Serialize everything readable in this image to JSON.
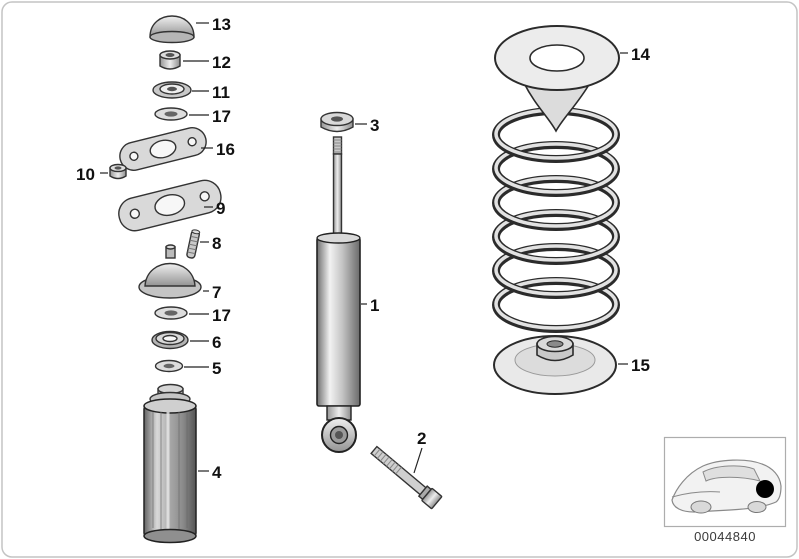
{
  "figure": {
    "drawing_number": "00044840",
    "callouts": [
      {
        "label": "13",
        "part": "dome-cap"
      },
      {
        "label": "12",
        "part": "self-locking-nut"
      },
      {
        "label": "11",
        "part": "bearing-washer"
      },
      {
        "label": "17",
        "part": "washer"
      },
      {
        "label": "16",
        "part": "upper-bracket-plate"
      },
      {
        "label": "10",
        "part": "nut"
      },
      {
        "label": "9",
        "part": "lower-bracket-plate"
      },
      {
        "label": "8",
        "part": "stud"
      },
      {
        "label": "7",
        "part": "support-bearing-mount"
      },
      {
        "label": "17",
        "part": "washer"
      },
      {
        "label": "6",
        "part": "rubber-ring"
      },
      {
        "label": "5",
        "part": "washer"
      },
      {
        "label": "4",
        "part": "protection-tube"
      },
      {
        "label": "3",
        "part": "rod-nut"
      },
      {
        "label": "1",
        "part": "rear-shock-absorber"
      },
      {
        "label": "2",
        "part": "mounting-bolt"
      },
      {
        "label": "14",
        "part": "upper-spring-pad-with-coil-spring"
      },
      {
        "label": "15",
        "part": "lower-spring-pad"
      }
    ]
  },
  "colors": {
    "line": "#2b2b2b",
    "metal_light": "#ececec",
    "metal_dark": "#8a8a8a",
    "background": "#ffffff"
  }
}
